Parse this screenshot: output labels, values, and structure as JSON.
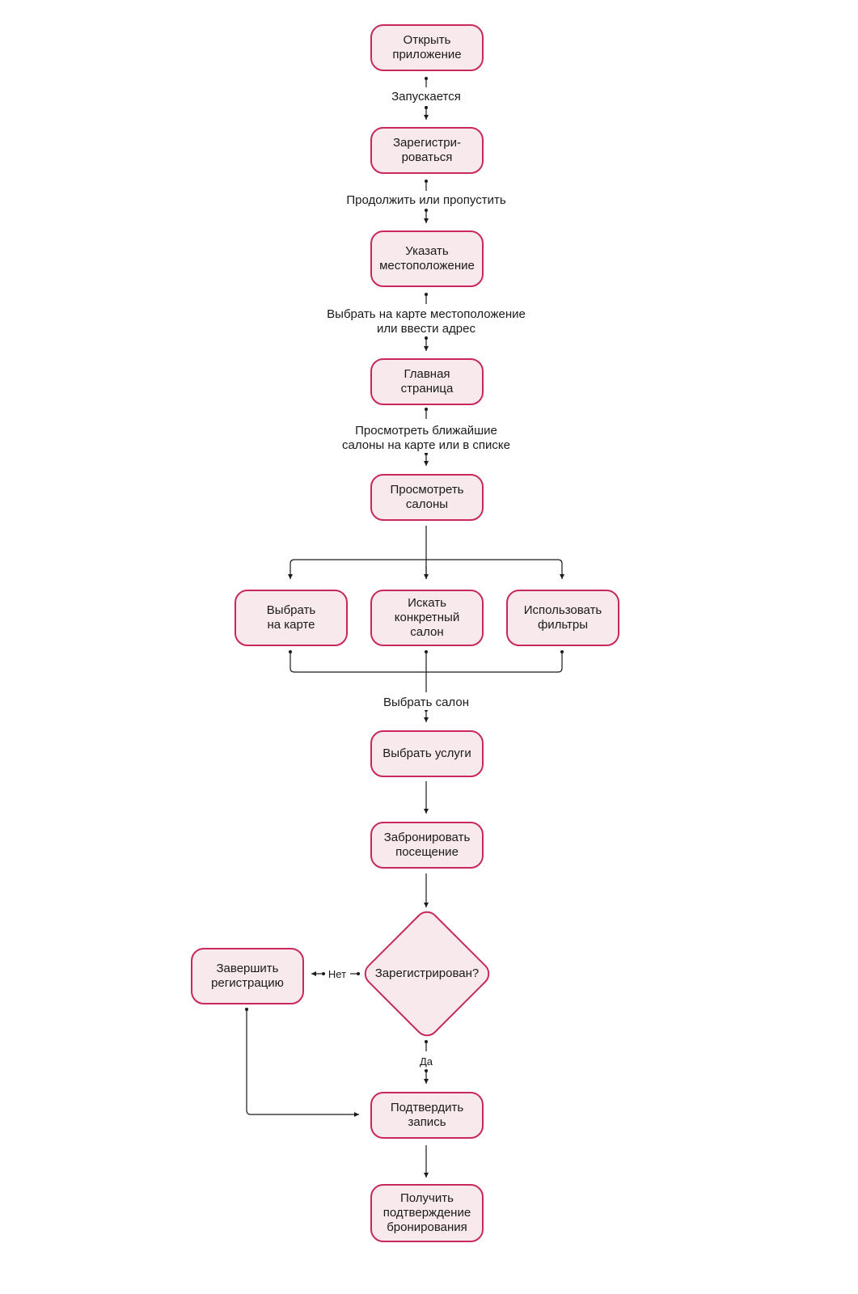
{
  "nodes": {
    "open_app": "Открыть\nприложение",
    "register": "Зарегистри-\nроваться",
    "location": "Указать\nместоположение",
    "home": "Главная\nстраница",
    "view_salons": "Просмотреть\nсалоны",
    "choose_on_map": "Выбрать\nна карте",
    "search_salon": "Искать\nконкретный салон",
    "use_filters": "Использовать\nфильтры",
    "choose_services": "Выбрать услуги",
    "book_visit": "Забронировать\nпосещение",
    "registered_question": "Зарегистрирован?",
    "finish_registration": "Завершить\nрегистрацию",
    "confirm_booking": "Подтвердить\nзапись",
    "get_confirmation": "Получить\nподтверждение\nбронирования"
  },
  "edge_labels": {
    "launches": "Запускается",
    "continue_or_skip": "Продолжить или пропустить",
    "choose_location": "Выбрать на карте местоположение\nили ввести адрес",
    "view_nearby": "Просмотреть ближайшие\nсалоны на карте или в списке",
    "choose_salon": "Выбрать салон",
    "no": "Нет",
    "yes": "Да"
  },
  "colors": {
    "node_fill": "#f8e9ec",
    "node_border": "#c8285c",
    "line": "#1a1a1a"
  }
}
